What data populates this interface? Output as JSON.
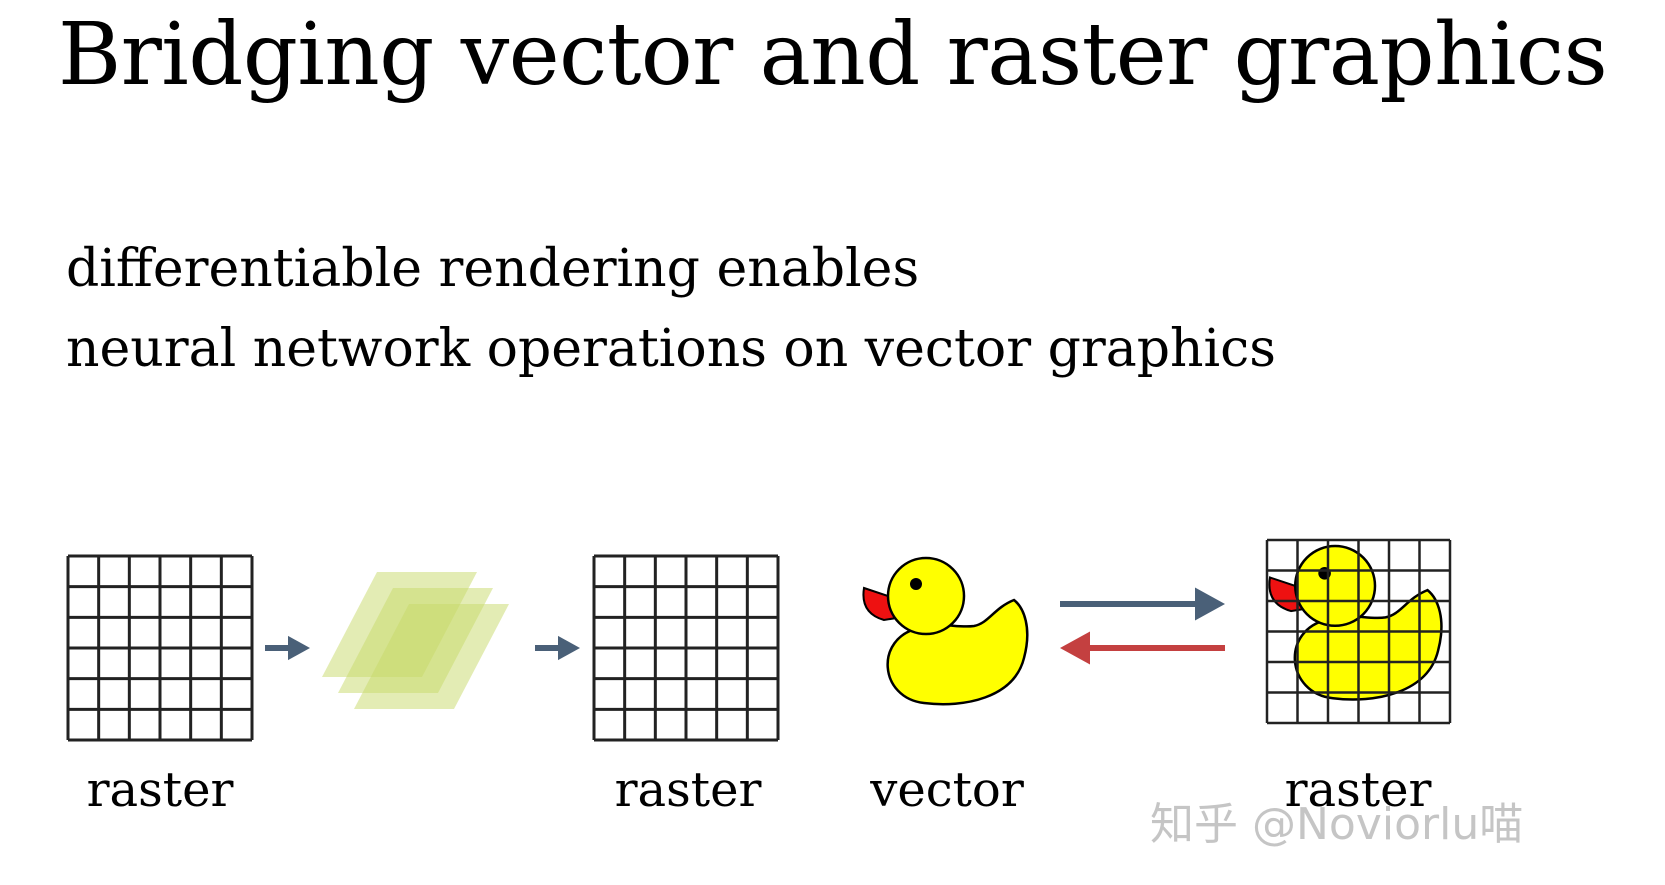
{
  "title": "Bridging vector and raster graphics",
  "subtitle": {
    "line1": "differentiable rendering enables",
    "line2": "neural network operations on vector graphics"
  },
  "diagram": {
    "labels": {
      "raster_input": "raster",
      "raster_output": "raster",
      "vector": "vector",
      "raster_rendered": "raster"
    },
    "colors": {
      "grid": "#222222",
      "layer_fill": "#c8d96a",
      "arrow_dark": "#4a6078",
      "arrow_forward": "#4a6078",
      "arrow_backward": "#c44040",
      "duck_body": "#ffff00",
      "duck_beak": "#ee1111",
      "duck_outline": "#000000"
    }
  },
  "watermark": "知乎 @Noviorlu喵"
}
